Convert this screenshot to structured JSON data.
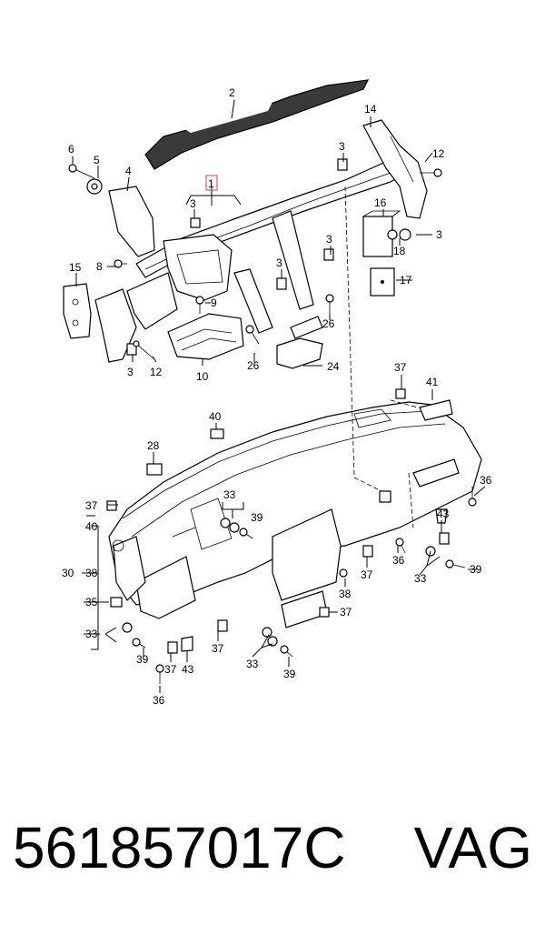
{
  "callouts": {
    "c1": "1",
    "c2": "2",
    "c3a": "3",
    "c3b": "3",
    "c3c": "3",
    "c3d": "3",
    "c3e": "3",
    "c3f": "3",
    "c4": "4",
    "c5": "5",
    "c6": "6",
    "c8": "8",
    "c9": "9",
    "c10": "10",
    "c12a": "12",
    "c12b": "12",
    "c14": "14",
    "c15": "15",
    "c16": "16",
    "c17": "17",
    "c18": "18",
    "c24": "24",
    "c26a": "26",
    "c26b": "26",
    "c28": "28",
    "c30": "30",
    "c33a": "33",
    "c33b": "33",
    "c33c": "33",
    "c33d": "33",
    "c35": "35",
    "c36a": "36",
    "c36b": "36",
    "c36c": "36",
    "c37a": "37",
    "c37b": "37",
    "c37c": "37",
    "c37d": "37",
    "c37e": "37",
    "c37f": "37",
    "c38a": "38",
    "c38b": "38",
    "c39a": "39",
    "c39b": "39",
    "c39c": "39",
    "c39d": "39",
    "c40a": "40",
    "c40b": "40",
    "c41": "41",
    "c43a": "43",
    "c43b": "43"
  },
  "footer": {
    "part_number": "561857017C",
    "brand": "VAG"
  }
}
